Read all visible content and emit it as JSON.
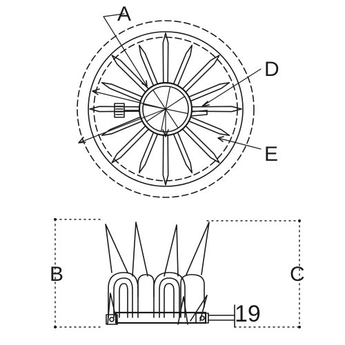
{
  "labels": {
    "a": "A",
    "b": "B",
    "c": "C",
    "d": "D",
    "e": "E",
    "dimension": "19"
  },
  "colors": {
    "ink": "#1a1a1a",
    "paper": "#ffffff"
  }
}
